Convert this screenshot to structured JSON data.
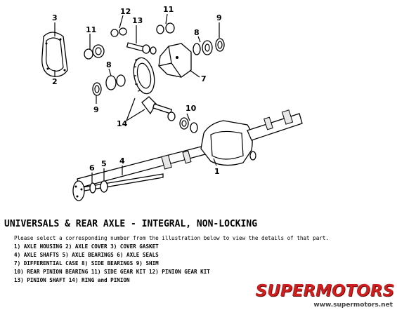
{
  "diagram": {
    "callouts": [
      "1",
      "2",
      "3",
      "4",
      "5",
      "6",
      "7",
      "8",
      "9",
      "10",
      "11",
      "12",
      "13",
      "14"
    ]
  },
  "title": "UNIVERSALS & REAR AXLE - INTEGRAL, NON-LOCKING",
  "intro": "Please select a corresponding number from the illustration below to view the details of that part.",
  "parts_lines": [
    "1) AXLE HOUSING 2) AXLE COVER 3) COVER GASKET",
    "4) AXLE SHAFTS 5) AXLE BEARINGS 6) AXLE SEALS",
    "7) DIFFERENTIAL CASE 8) SIDE BEARINGS 9) SHIM",
    "10) REAR PINION BEARING 11) SIDE GEAR KIT 12) PINION GEAR KIT",
    "13) PINION SHAFT 14) RING and PINION"
  ],
  "logo": {
    "text": "SUPERMOTORS",
    "url": "www.supermotors.net",
    "color": "#cc1f1f"
  }
}
